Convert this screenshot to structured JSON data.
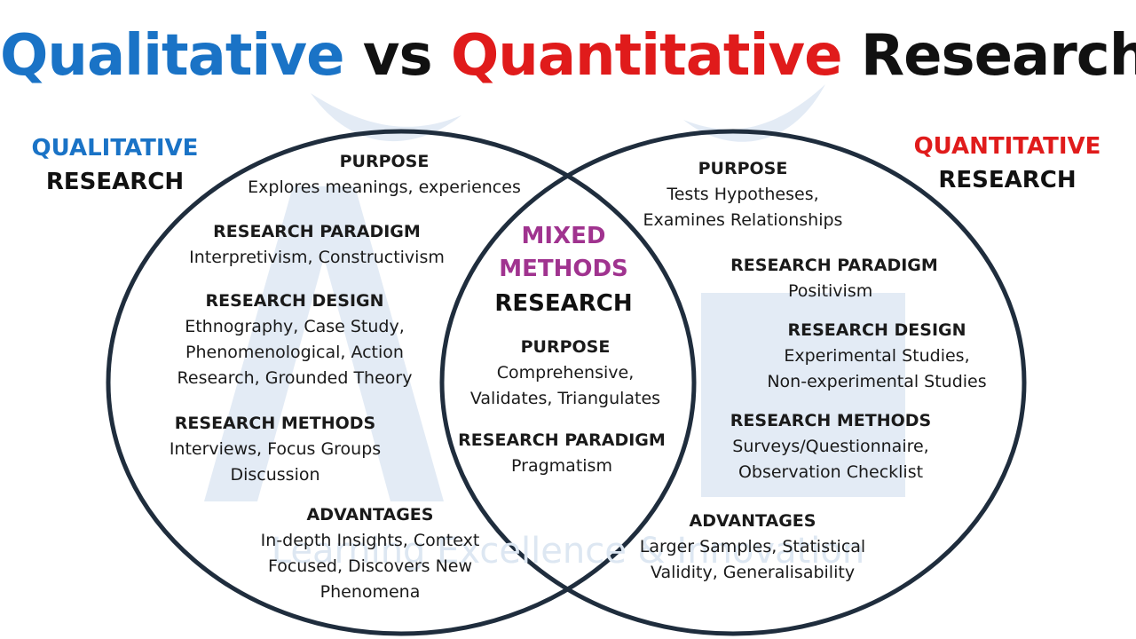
{
  "title": {
    "part1": "Qualitative",
    "part2": " vs ",
    "part3": "Quantitative",
    "part4": " Research"
  },
  "colors": {
    "qualitative_blue": "#1a73c6",
    "quantitative_red": "#e01b1b",
    "mixed_purple": "#a0338f",
    "circle_outline": "#1f2d3d",
    "watermark": "#dfe8f3"
  },
  "watermark_text": "Learning Excellence & Innovation",
  "qualitative": {
    "label_colored": "QUALITATIVE",
    "label_plain": "RESEARCH",
    "purpose_heading": "PURPOSE",
    "purpose_text": "Explores meanings, experiences",
    "paradigm_heading": "RESEARCH PARADIGM",
    "paradigm_text": "Interpretivism, Constructivism",
    "design_heading": "RESEARCH DESIGN",
    "design_lines": [
      "Ethnography, Case Study,",
      "Phenomenological, Action",
      "Research, Grounded Theory"
    ],
    "methods_heading": "RESEARCH METHODS",
    "methods_lines": [
      "Interviews, Focus Groups",
      "Discussion"
    ],
    "advantages_heading": "ADVANTAGES",
    "advantages_lines": [
      "In-depth Insights, Context",
      "Focused, Discovers New",
      "Phenomena"
    ]
  },
  "mixed": {
    "label_line1": "MIXED",
    "label_line2": "METHODS",
    "label_line3": "RESEARCH",
    "purpose_heading": "PURPOSE",
    "purpose_lines": [
      "Comprehensive,",
      "Validates, Triangulates"
    ],
    "paradigm_heading": "RESEARCH PARADIGM",
    "paradigm_text": "Pragmatism"
  },
  "quantitative": {
    "label_colored": "QUANTITATIVE",
    "label_plain": "RESEARCH",
    "purpose_heading": "PURPOSE",
    "purpose_lines": [
      "Tests Hypotheses,",
      "Examines Relationships"
    ],
    "paradigm_heading": "RESEARCH PARADIGM",
    "paradigm_text": "Positivism",
    "design_heading": "RESEARCH DESIGN",
    "design_lines": [
      "Experimental Studies,",
      "Non-experimental Studies"
    ],
    "methods_heading": "RESEARCH METHODS",
    "methods_lines": [
      "Surveys/Questionnaire,",
      "Observation Checklist"
    ],
    "advantages_heading": "ADVANTAGES",
    "advantages_lines": [
      "Larger Samples, Statistical",
      "Validity, Generalisability"
    ]
  }
}
